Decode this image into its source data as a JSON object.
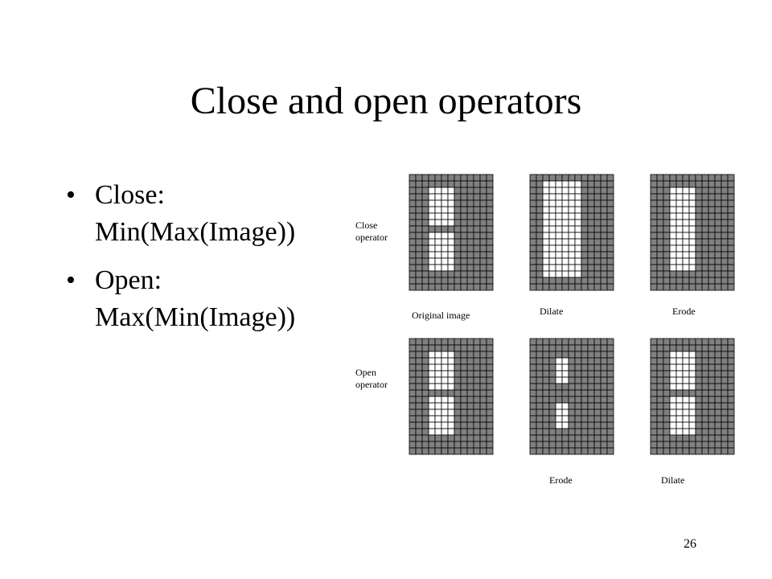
{
  "slide": {
    "title": "Close and open operators",
    "bullets": [
      {
        "term": "Close:",
        "formula": "Min(Max(Image))"
      },
      {
        "term": "Open:",
        "formula": "Max(Min(Image))"
      }
    ],
    "page_number": "26"
  },
  "figure": {
    "rows": [
      {
        "label_line1": "Close",
        "label_line2": "operator",
        "captions": [
          "Original image",
          "Dilate",
          "Erode"
        ]
      },
      {
        "label_line1": "Open",
        "label_line2": "operator",
        "captions": [
          "",
          "Erode",
          "Dilate"
        ]
      }
    ],
    "colors": {
      "background_cell": "#808080",
      "foreground_cell": "#ffffff",
      "grid_line": "#000000"
    }
  }
}
